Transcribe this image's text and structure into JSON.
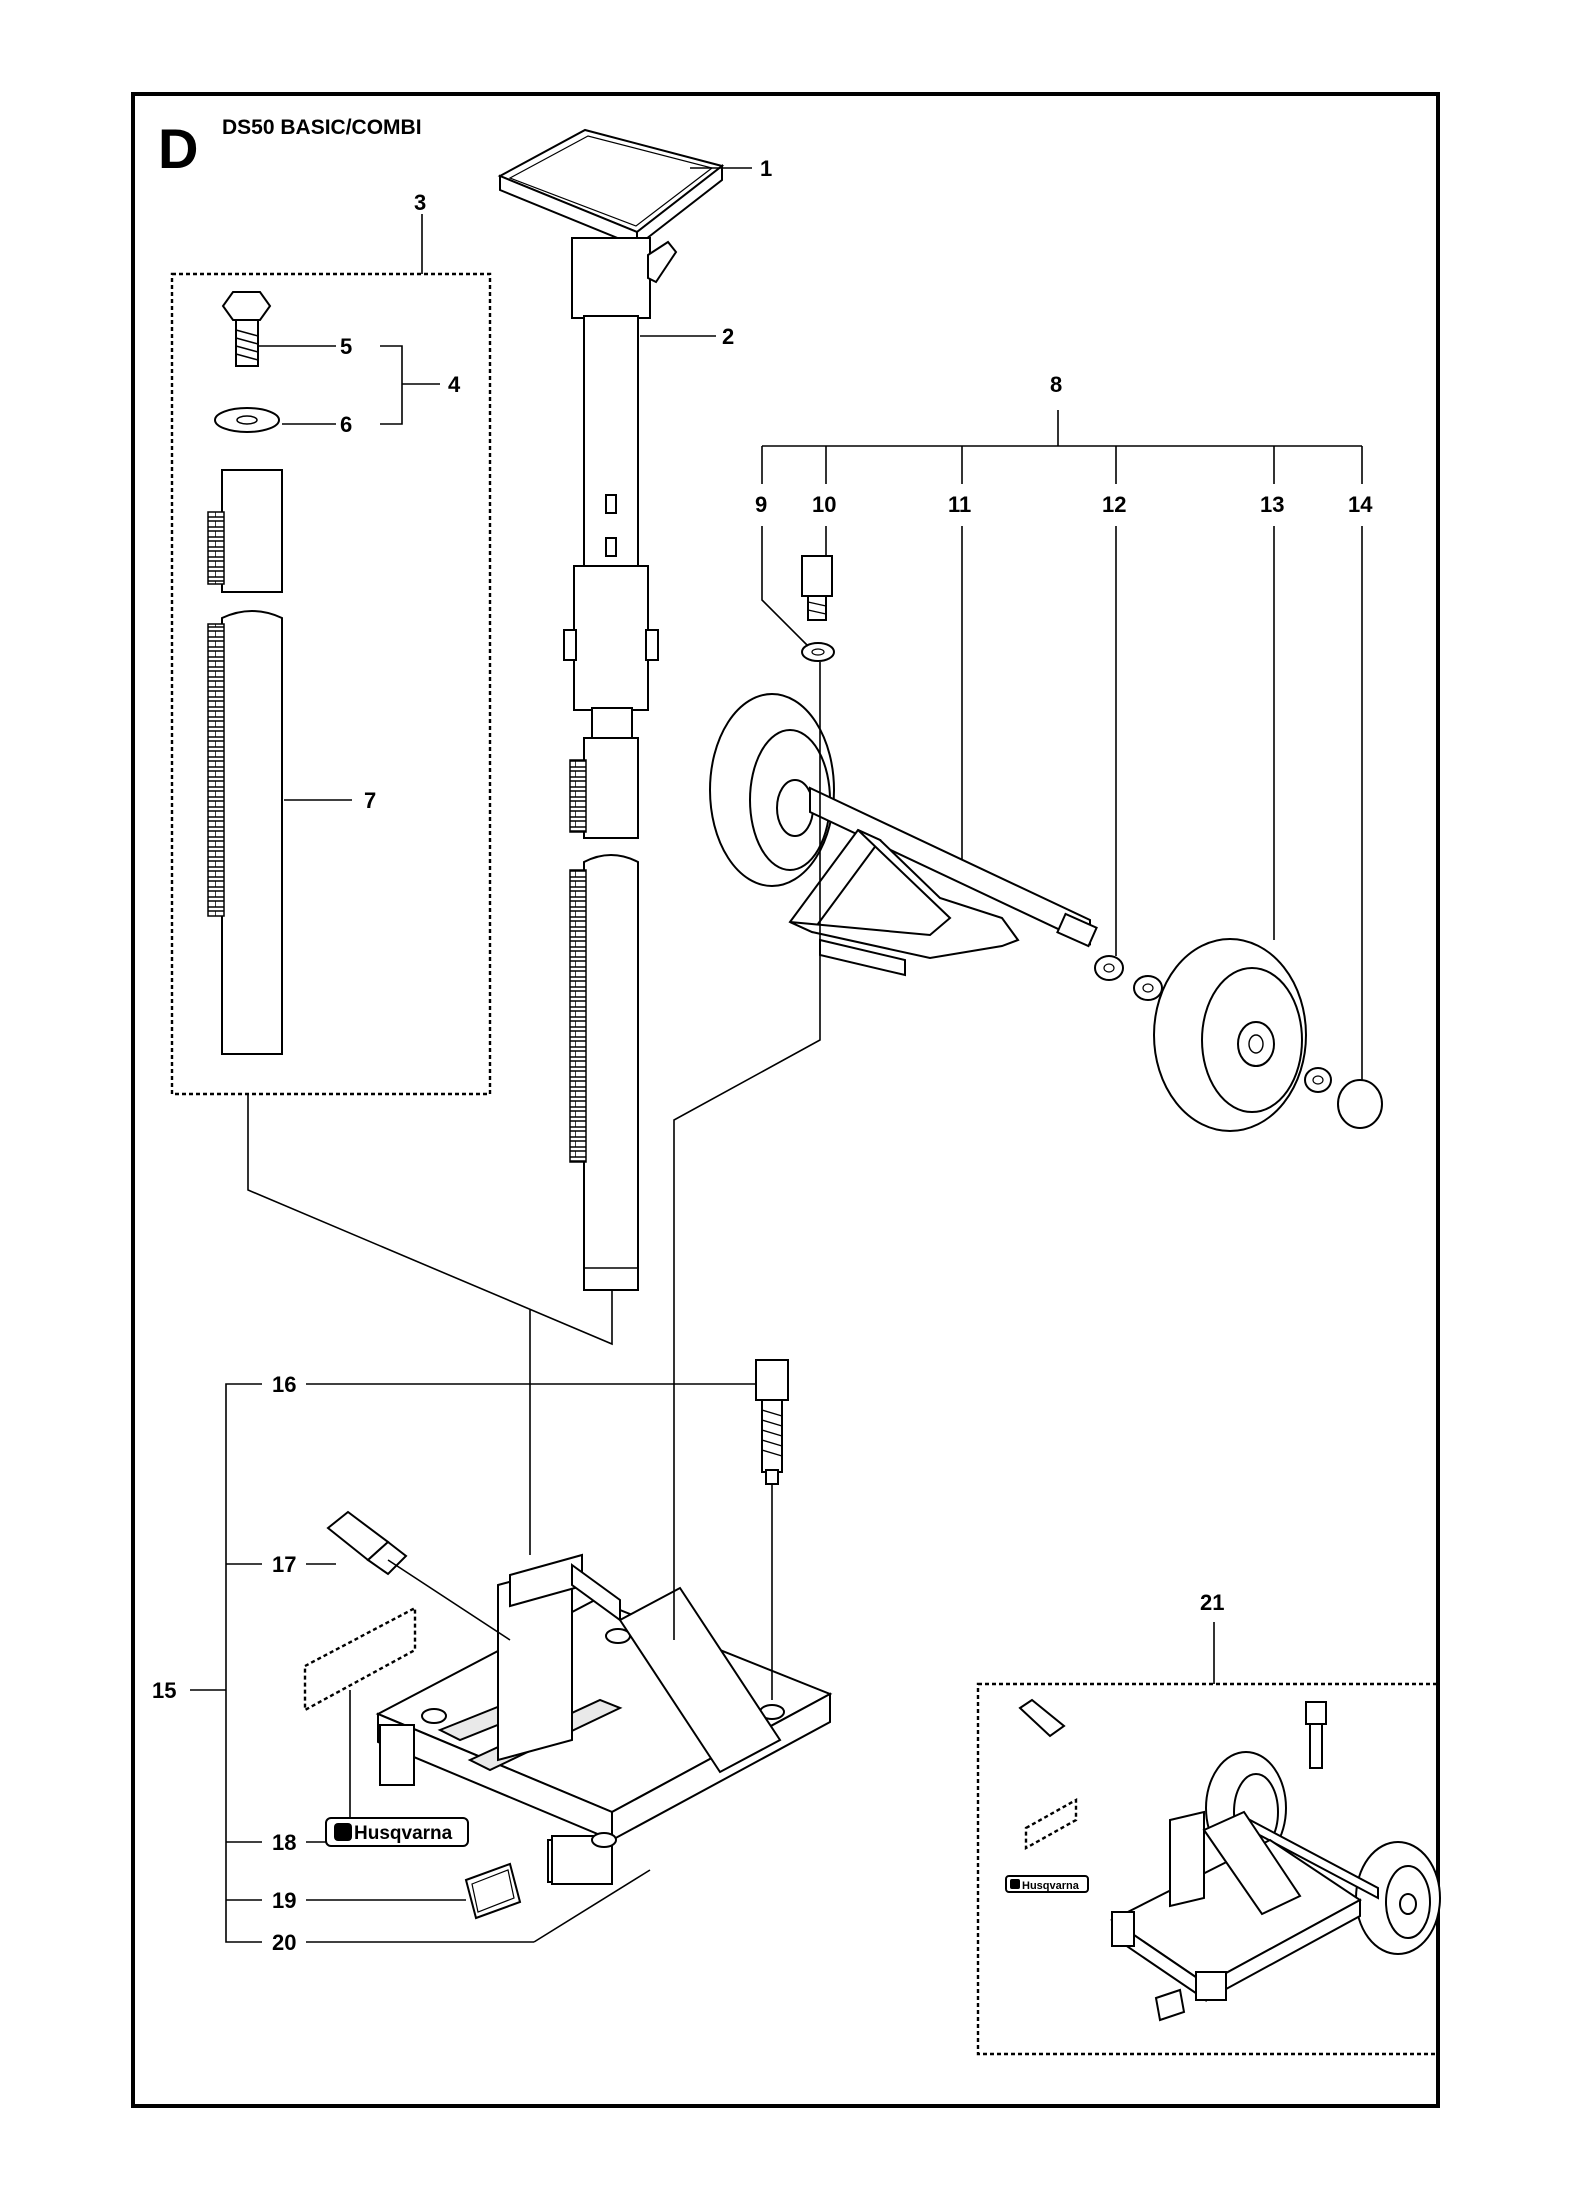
{
  "section_letter": "D",
  "title": "DS50 BASIC/COMBI",
  "brand": "Husqvarna",
  "callouts": [
    "1",
    "2",
    "3",
    "4",
    "5",
    "6",
    "7",
    "8",
    "9",
    "10",
    "11",
    "12",
    "13",
    "14",
    "15",
    "16",
    "17",
    "18",
    "19",
    "20",
    "21"
  ]
}
